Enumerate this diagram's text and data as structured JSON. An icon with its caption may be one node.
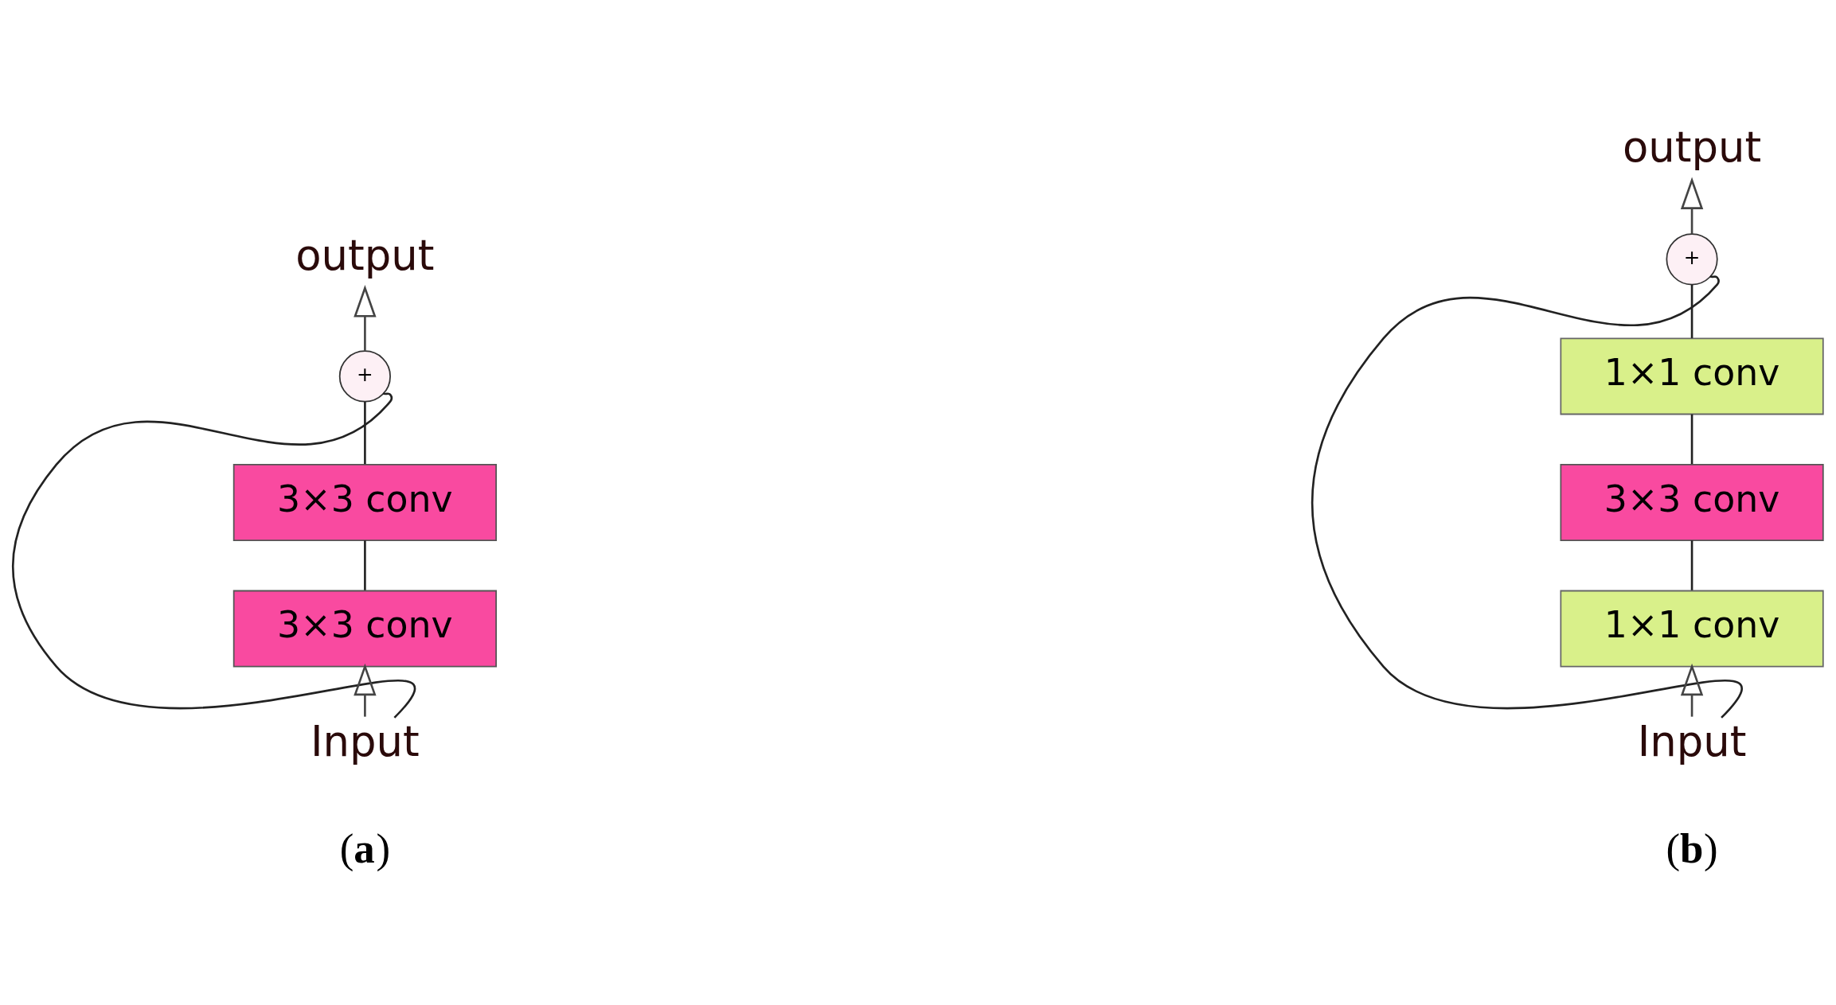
{
  "diagram": {
    "nodes": [
      {
        "text": [
          "output"
        ]
      },
      {
        "text": [
          "+"
        ]
      },
      {
        "text": [
          "3×3 conv"
        ]
      },
      {
        "text": [
          "3×3 conv"
        ]
      },
      {
        "text": [
          "Input"
        ]
      },
      {
        "text": [
          "output"
        ]
      },
      {
        "text": [
          "+"
        ]
      },
      {
        "text": [
          "1×1 conv"
        ]
      },
      {
        "text": [
          "3×3 conv"
        ]
      },
      {
        "text": [
          "1×1 conv"
        ]
      },
      {
        "text": [
          "Input"
        ]
      }
    ],
    "edges": [
      {
        "from": 4,
        "to": 3,
        "arrow": "to"
      },
      {
        "from": 3,
        "to": 2,
        "arrow": "none"
      },
      {
        "from": 2,
        "to": 1,
        "arrow": "none"
      },
      {
        "from": 1,
        "to": 0,
        "arrow": "to"
      },
      {
        "from": 4,
        "to": 1,
        "arrow": "none"
      },
      {
        "from": 10,
        "to": 9,
        "arrow": "to"
      },
      {
        "from": 9,
        "to": 8,
        "arrow": "none"
      },
      {
        "from": 8,
        "to": 7,
        "arrow": "none"
      },
      {
        "from": 7,
        "to": 6,
        "arrow": "none"
      },
      {
        "from": 6,
        "to": 5,
        "arrow": "to"
      },
      {
        "from": 10,
        "to": 6,
        "arrow": "none"
      }
    ],
    "labels": [
      "(**a**)",
      "(**b**)"
    ]
  }
}
